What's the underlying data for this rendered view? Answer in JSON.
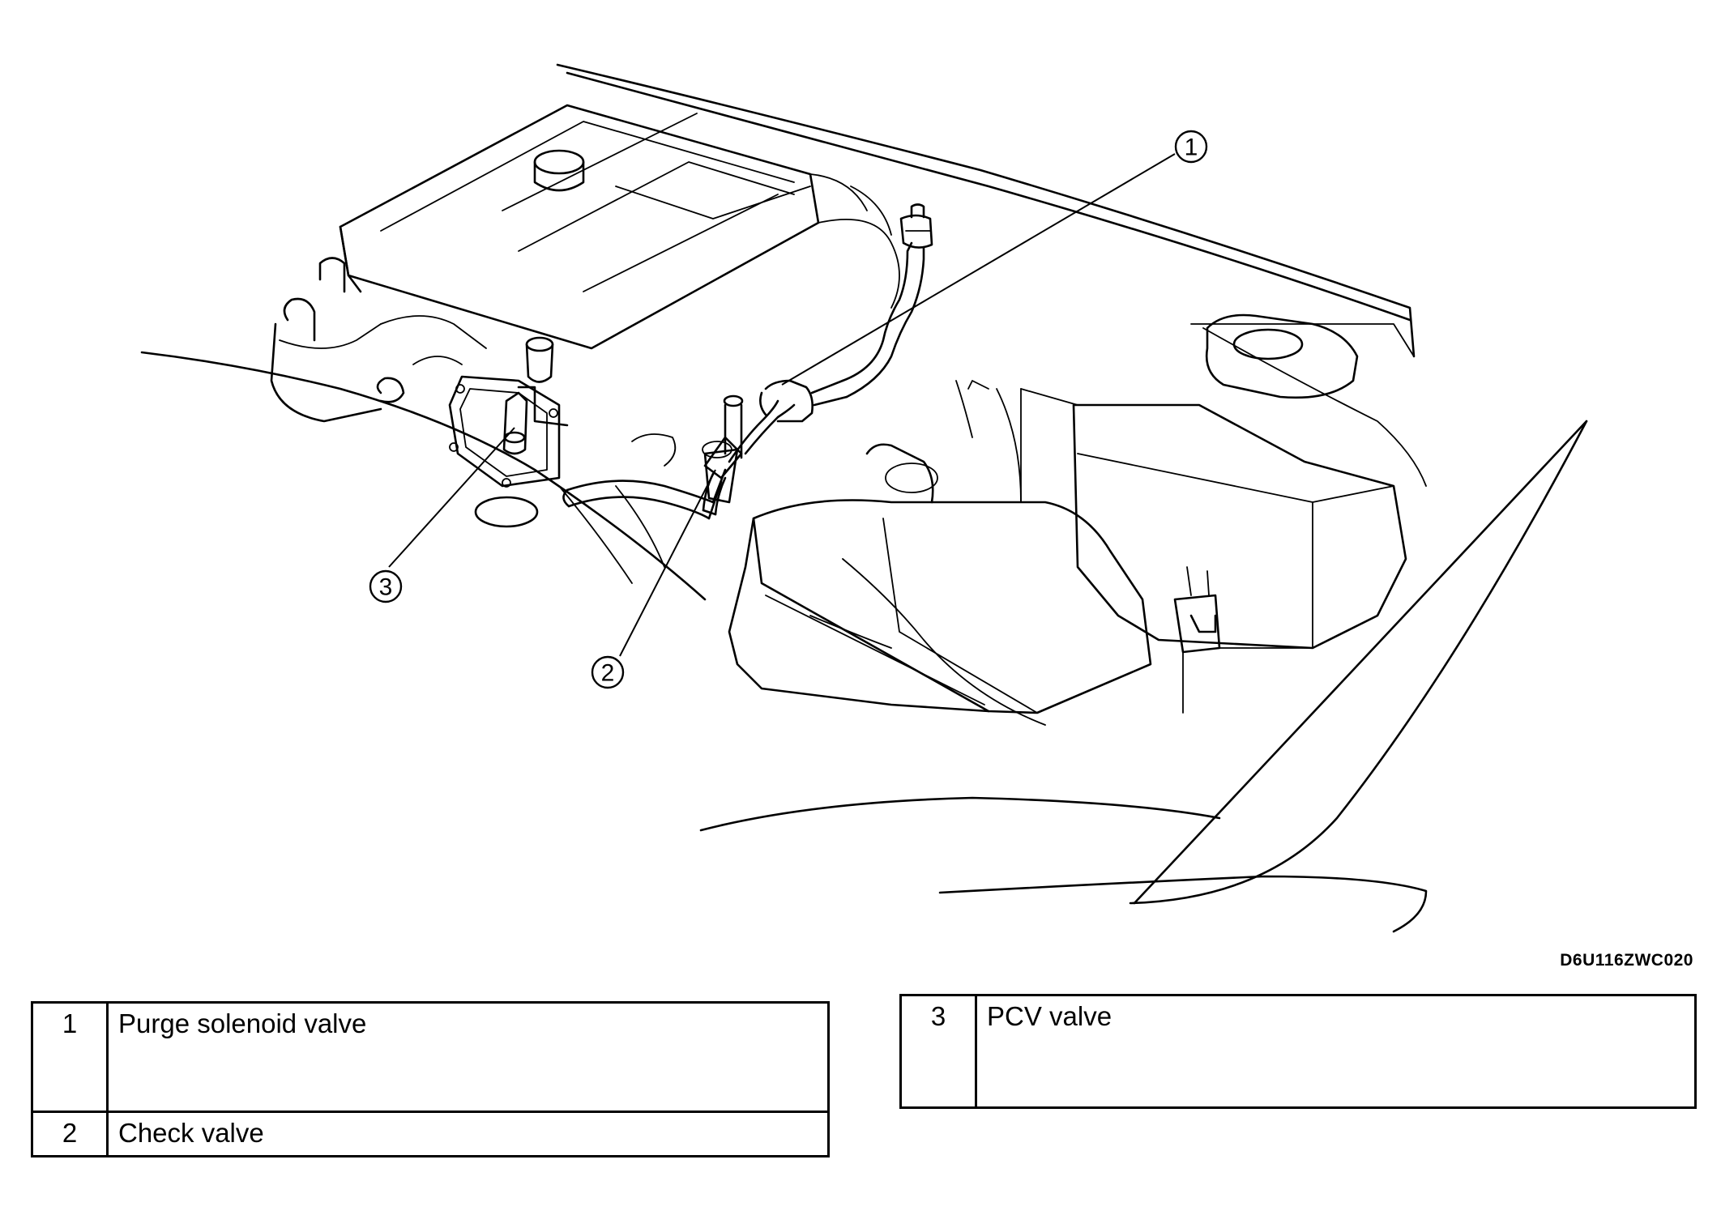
{
  "figure_code": "D6U116ZWC020",
  "callouts": [
    {
      "id": "1",
      "label": "1"
    },
    {
      "id": "2",
      "label": "2"
    },
    {
      "id": "3",
      "label": "3"
    }
  ],
  "legend": {
    "left": [
      {
        "num": "1",
        "text": "Purge solenoid valve"
      },
      {
        "num": "2",
        "text": "Check valve"
      }
    ],
    "right": [
      {
        "num": "3",
        "text": "PCV valve"
      }
    ]
  }
}
